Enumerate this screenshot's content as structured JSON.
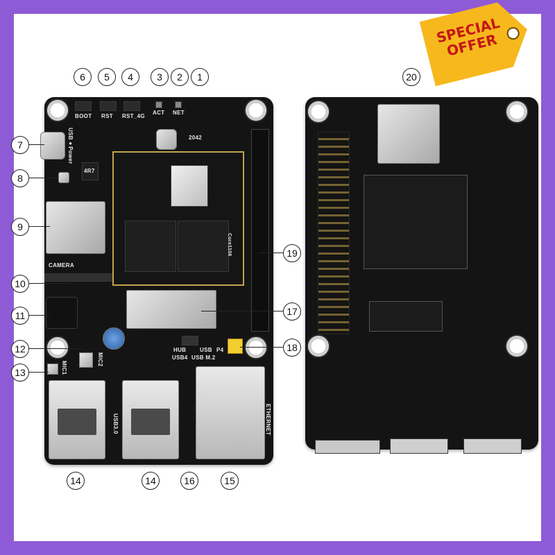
{
  "promo": {
    "line1": "SPECIAL",
    "line2": "OFFER",
    "color": "#c41616",
    "tag_color": "#f6b81c"
  },
  "frame_color": "#8e5bd6",
  "silkscreen": {
    "boot": "BOOT",
    "rst": "RST",
    "rst_4g": "RST_4G",
    "act": "ACT",
    "net": "NET",
    "usb_power": "USB●Power",
    "camera": "CAMERA",
    "mic1": "MIC1",
    "mic2": "MIC2",
    "hub": "HUB",
    "usb4": "USB4",
    "usb": "USB",
    "usb_m2": "USB M.2",
    "p4": "P4",
    "usb3_0": "USB3.0",
    "ethernet": "ETHERNET",
    "core": "Core1106",
    "model": "2042",
    "inductor": "4R7"
  },
  "callouts": {
    "c1": "1",
    "c2": "2",
    "c3": "3",
    "c4": "4",
    "c5": "5",
    "c6": "6",
    "c7": "7",
    "c8": "8",
    "c9": "9",
    "c10": "10",
    "c11": "11",
    "c12": "12",
    "c13": "13",
    "c14a": "14",
    "c14b": "14",
    "c15": "15",
    "c16": "16",
    "c17": "17",
    "c18": "18",
    "c19": "19",
    "c20": "20"
  }
}
